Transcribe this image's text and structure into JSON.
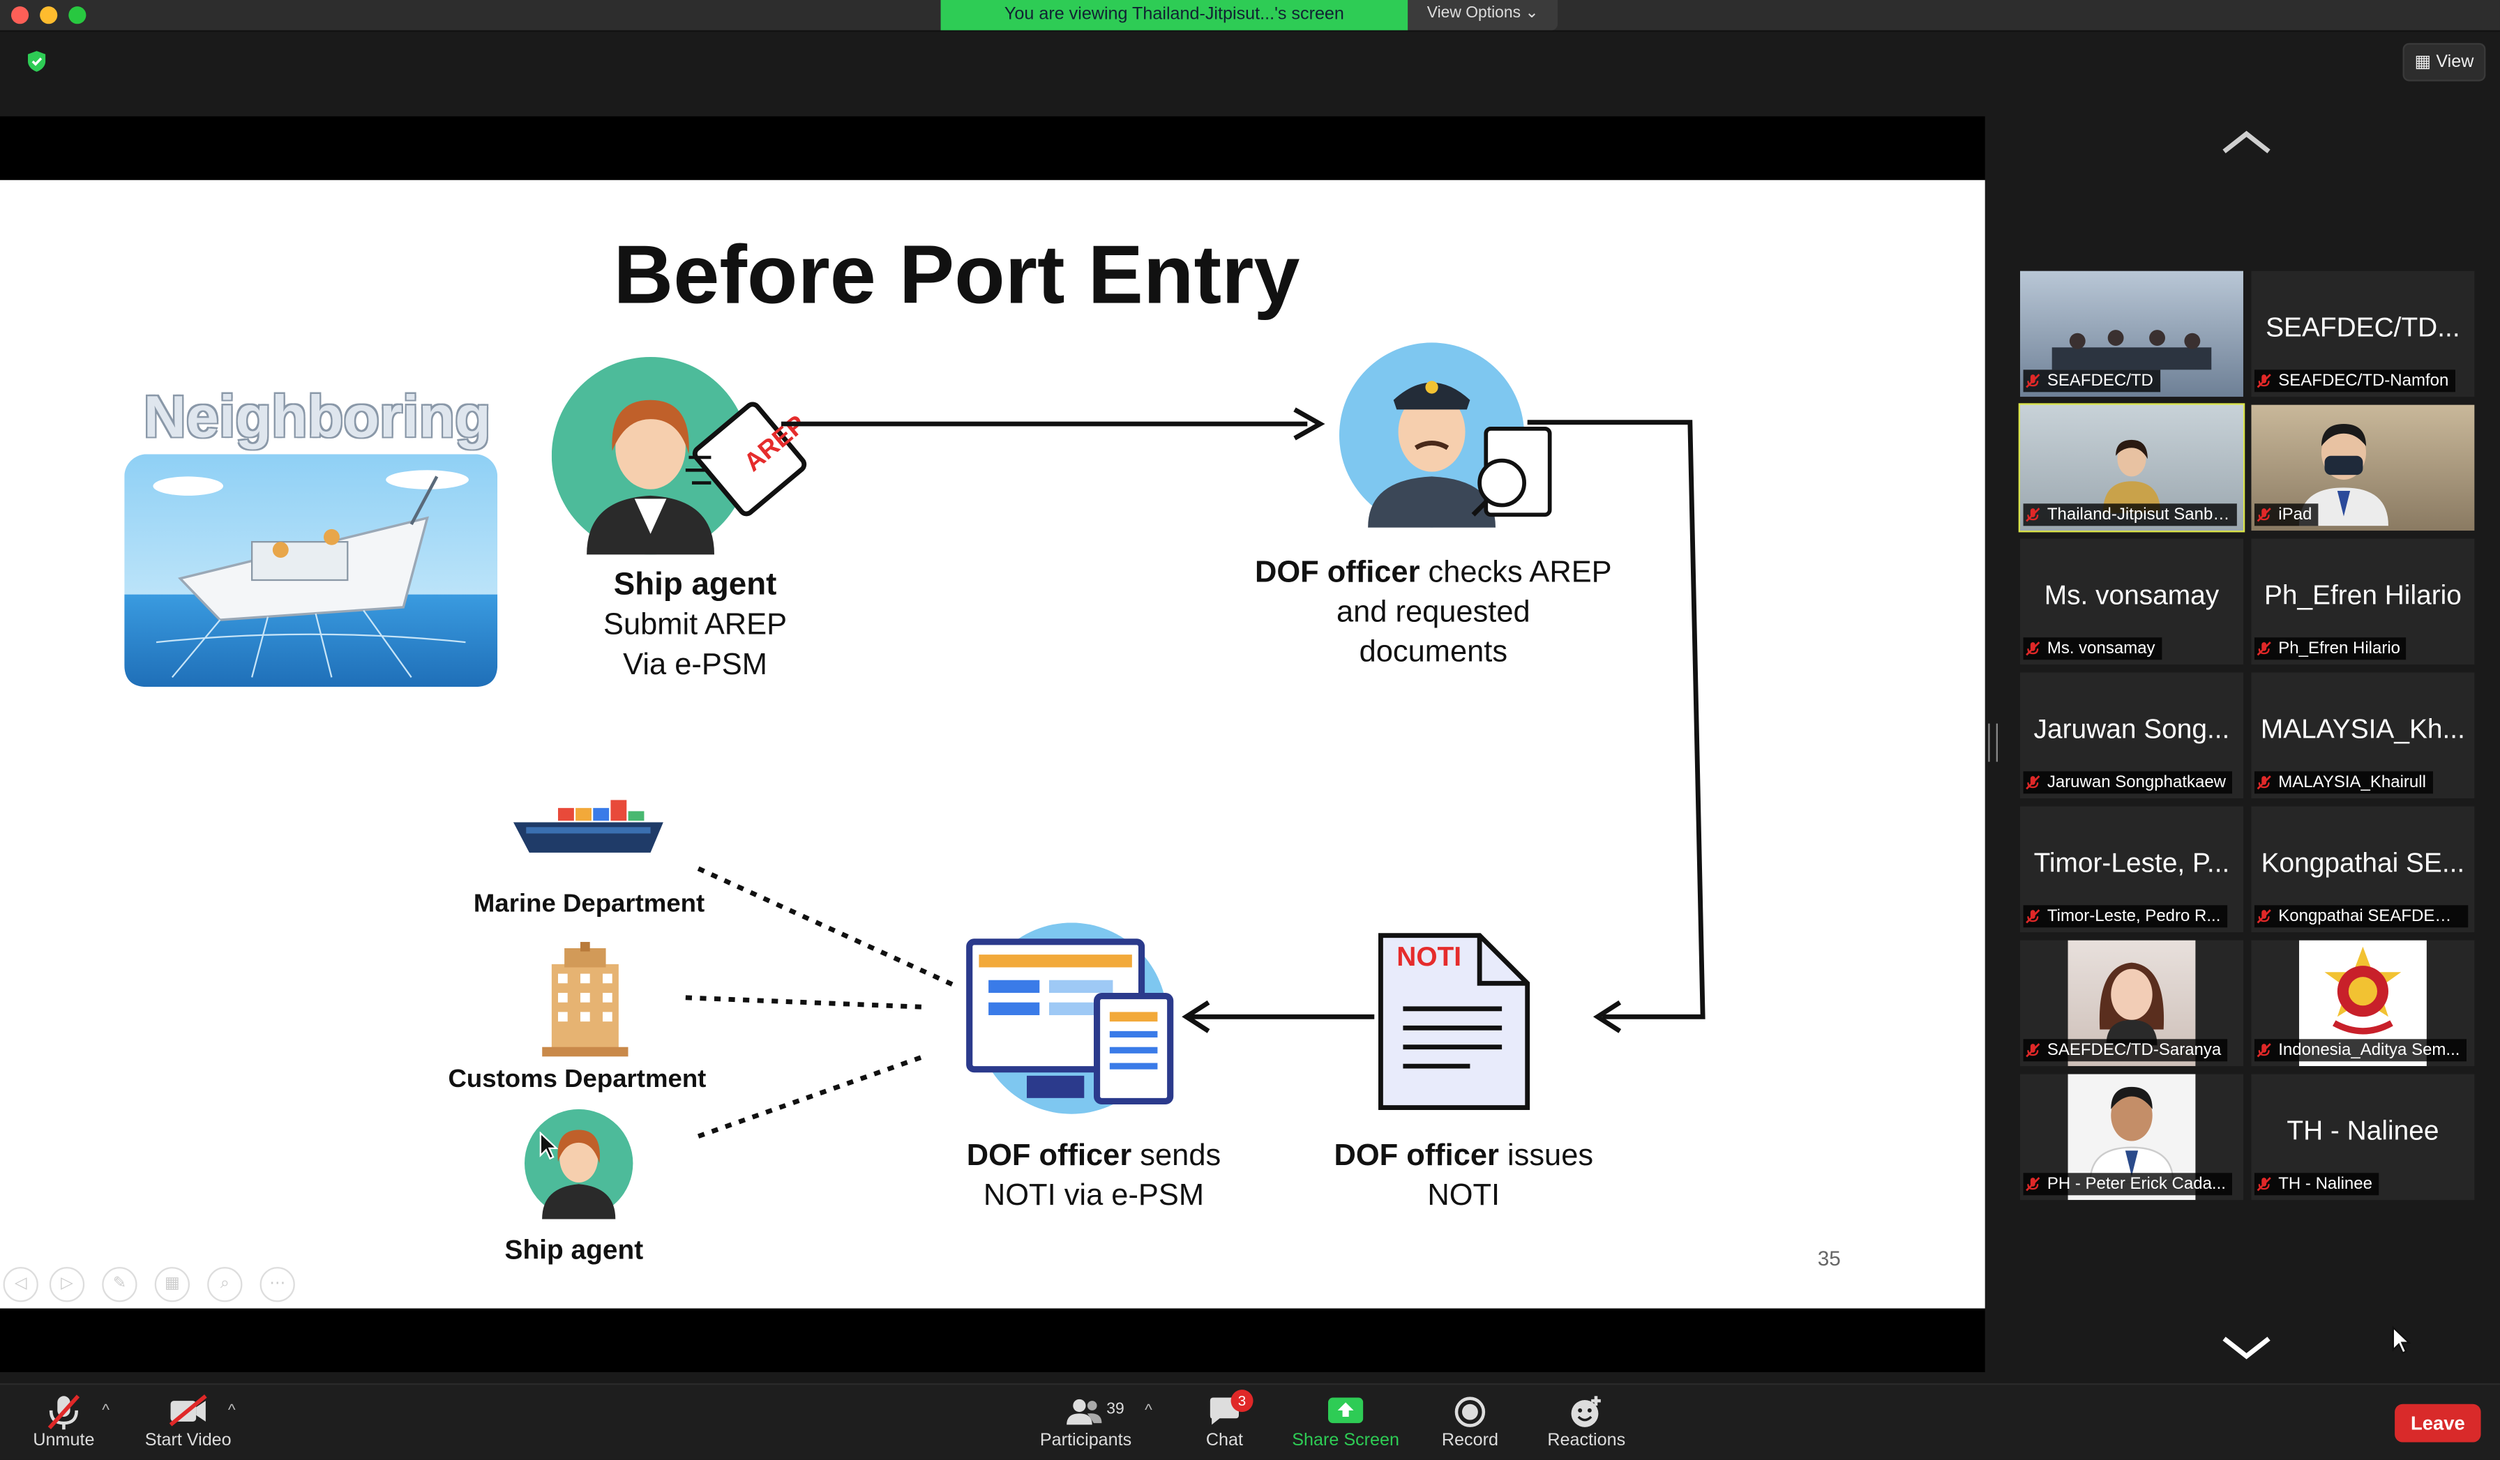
{
  "window": {
    "viewing_banner": "You are viewing Thailand-Jitpisut...'s screen",
    "view_options_label": "View Options",
    "view_button_label": "View"
  },
  "slide": {
    "title": "Before Port Entry",
    "neighboring_label": "Neighboring",
    "ship_agent_top": {
      "title": "Ship agent",
      "line1": "Submit AREP",
      "line2": "Via e-PSM"
    },
    "dof_checks": {
      "bold": "DOF officer",
      "rest": " checks AREP",
      "line2": "and requested",
      "line3": "documents"
    },
    "dof_sends": {
      "bold": "DOF officer",
      "rest": " sends",
      "line2": "NOTI via e-PSM"
    },
    "dof_issues": {
      "bold": "DOF officer",
      "rest": " issues",
      "line2": "NOTI"
    },
    "marine_department": "Marine Department",
    "customs_department": "Customs Department",
    "ship_agent_bottom": "Ship agent",
    "arep_stamp": "AREP",
    "noti_label": "NOTI",
    "page_number": "35"
  },
  "gallery": {
    "tiles": [
      {
        "name": "",
        "label": "SEAFDEC/TD",
        "type": "video"
      },
      {
        "name": "SEAFDEC/TD...",
        "label": "SEAFDEC/TD-Namfon",
        "type": "name"
      },
      {
        "name": "",
        "label": "Thailand-Jitpisut Sanboo...",
        "type": "video",
        "active": true
      },
      {
        "name": "",
        "label": "iPad",
        "type": "video"
      },
      {
        "name": "Ms. vonsamay",
        "label": "Ms. vonsamay",
        "type": "name"
      },
      {
        "name": "Ph_Efren Hilario",
        "label": "Ph_Efren Hilario",
        "type": "name"
      },
      {
        "name": "Jaruwan Song...",
        "label": "Jaruwan Songphatkaew",
        "type": "name"
      },
      {
        "name": "MALAYSIA_Kh...",
        "label": "MALAYSIA_Khairull",
        "type": "name"
      },
      {
        "name": "Timor-Leste, P...",
        "label": "Timor-Leste, Pedro R...",
        "type": "name"
      },
      {
        "name": "Kongpathai SE...",
        "label": "Kongpathai SEAFDEC/...",
        "type": "name"
      },
      {
        "name": "",
        "label": "SAEFDEC/TD-Saranya",
        "type": "photo"
      },
      {
        "name": "",
        "label": "Indonesia_Aditya Sem...",
        "type": "emblem"
      },
      {
        "name": "",
        "label": "PH - Peter Erick Cada...",
        "type": "photo2"
      },
      {
        "name": "TH - Nalinee",
        "label": "TH - Nalinee",
        "type": "name"
      }
    ]
  },
  "toolbar": {
    "unmute": "Unmute",
    "start_video": "Start Video",
    "participants": "Participants",
    "participants_count": "39",
    "chat": "Chat",
    "chat_badge": "3",
    "share_screen": "Share Screen",
    "record": "Record",
    "reactions": "Reactions",
    "leave": "Leave"
  },
  "colors": {
    "share_green": "#2ecc55",
    "leave_red": "#d92a2a",
    "active_speaker": "#d9e34a"
  }
}
